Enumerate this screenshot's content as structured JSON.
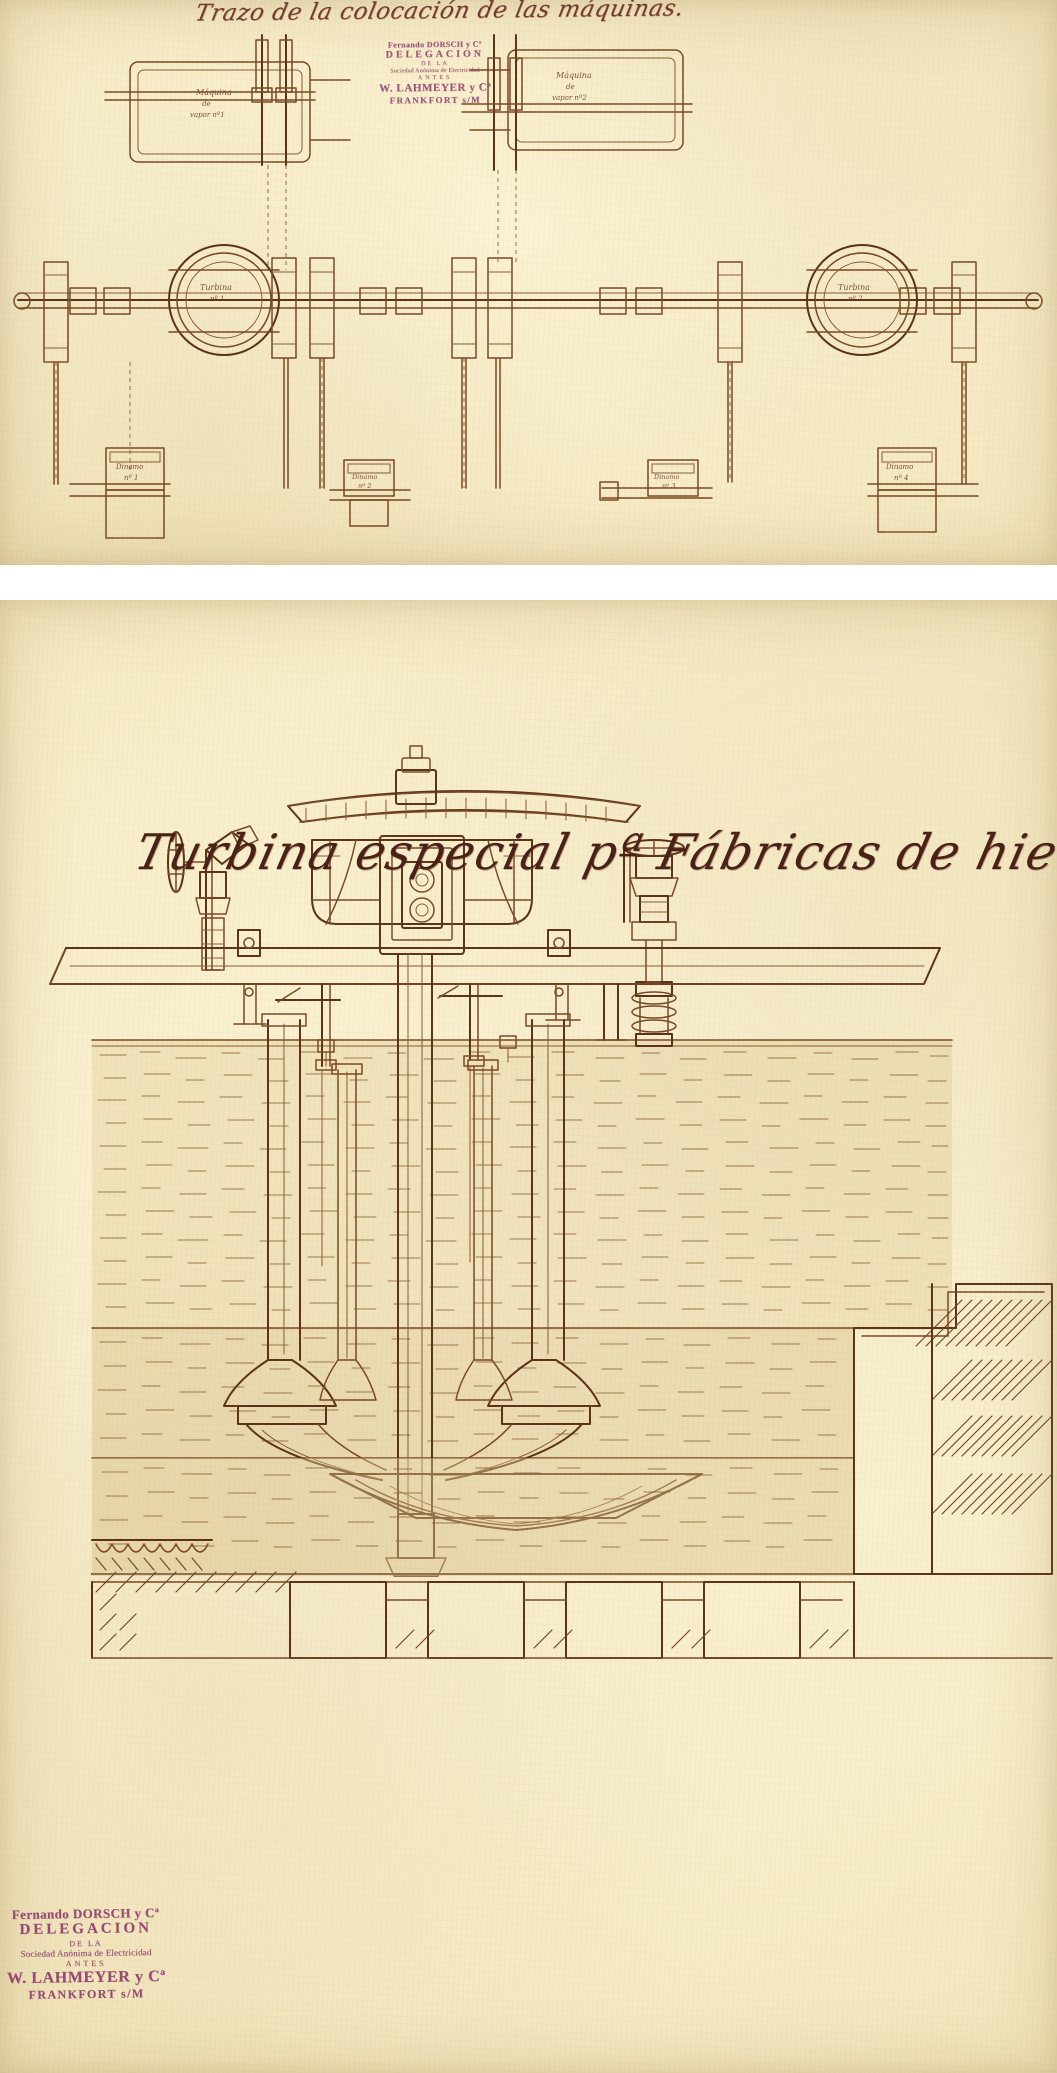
{
  "document": {
    "kind": "engineering-drawing-sheet",
    "medium": "ink on aged paper",
    "paper_color": "#f7edc8",
    "ink_color": "#7a4a25",
    "script_ink_color": "#5b2a1e",
    "stamp_color": "#8e3a6e"
  },
  "plates": [
    {
      "id": "plate-top",
      "title": "Trazo de la colocación de las máquinas.",
      "view": "plan / layout view of machinery placement",
      "labels": {
        "machine_left": "Máquina de vapor nº 1",
        "machine_right": "Máquina de vapor nº 2",
        "turbine_left": "Turbina nº 1",
        "turbine_right": "Turbina nº 2",
        "dynamo_1": "Dinamo nº 1",
        "dynamo_2": "Dinamo nº 2",
        "dynamo_3": "Dinamo nº 3",
        "dynamo_4": "Dinamo nº 4"
      }
    },
    {
      "id": "plate-bottom",
      "title": "Turbina especial pª Fábricas de hierros.",
      "view": "vertical section of a special turbine for iron works"
    }
  ],
  "stamp": {
    "line1": "Fernando DORSCH y Cª",
    "line2": "DELEGACION",
    "line3": "DE LA",
    "line4": "Sociedad Anónima de Electricidad",
    "line5": "ANTES",
    "line6": "W. LAHMEYER y Cª",
    "line7": "FRANKFORT s/M"
  }
}
